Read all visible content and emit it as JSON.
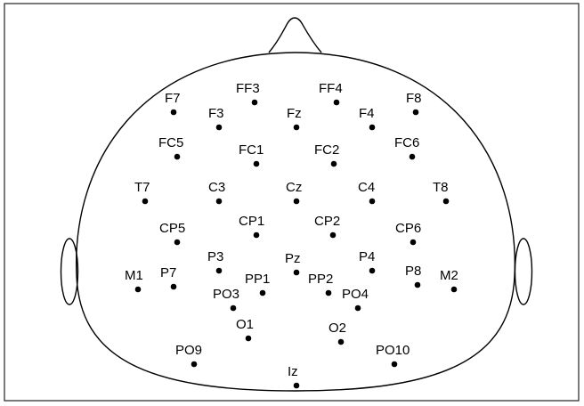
{
  "diagram": {
    "colors": {
      "line": "#000000",
      "background": "#ffffff"
    },
    "electrodes": [
      {
        "label": "F7"
      },
      {
        "label": "FF3"
      },
      {
        "label": "FF4"
      },
      {
        "label": "F8"
      },
      {
        "label": "F3"
      },
      {
        "label": "Fz"
      },
      {
        "label": "F4"
      },
      {
        "label": "FC5"
      },
      {
        "label": "FC1"
      },
      {
        "label": "FC2"
      },
      {
        "label": "FC6"
      },
      {
        "label": "T7"
      },
      {
        "label": "C3"
      },
      {
        "label": "Cz"
      },
      {
        "label": "C4"
      },
      {
        "label": "T8"
      },
      {
        "label": "CP5"
      },
      {
        "label": "CP1"
      },
      {
        "label": "CP2"
      },
      {
        "label": "CP6"
      },
      {
        "label": "P3"
      },
      {
        "label": "Pz"
      },
      {
        "label": "P4"
      },
      {
        "label": "M1"
      },
      {
        "label": "P7"
      },
      {
        "label": "PP1"
      },
      {
        "label": "PP2"
      },
      {
        "label": "P8"
      },
      {
        "label": "M2"
      },
      {
        "label": "PO3"
      },
      {
        "label": "PO4"
      },
      {
        "label": "O1"
      },
      {
        "label": "O2"
      },
      {
        "label": "PO9"
      },
      {
        "label": "PO10"
      },
      {
        "label": "Iz"
      }
    ]
  }
}
